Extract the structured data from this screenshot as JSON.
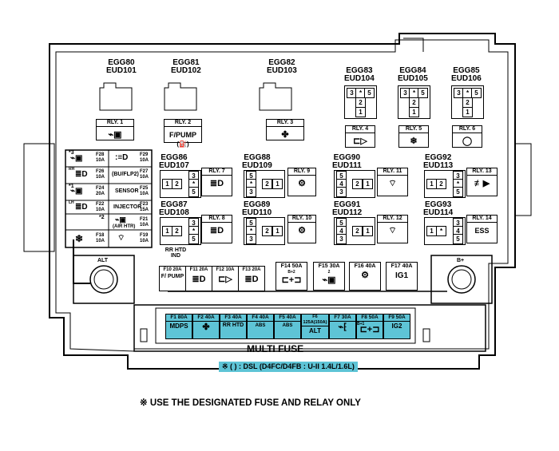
{
  "connectors": [
    {
      "id": "egg80",
      "l1": "EGG80",
      "l2": "EUD101"
    },
    {
      "id": "egg81",
      "l1": "EGG81",
      "l2": "EUD102"
    },
    {
      "id": "egg82",
      "l1": "EGG82",
      "l2": "EUD103"
    },
    {
      "id": "egg83",
      "l1": "EGG83",
      "l2": "EUD104"
    },
    {
      "id": "egg84",
      "l1": "EGG84",
      "l2": "EUD105"
    },
    {
      "id": "egg85",
      "l1": "EGG85",
      "l2": "EUD106"
    },
    {
      "id": "egg86",
      "l1": "EGG86",
      "l2": "EUD107"
    },
    {
      "id": "egg87",
      "l1": "EGG87",
      "l2": "EUD108"
    },
    {
      "id": "egg88",
      "l1": "EGG88",
      "l2": "EUD109"
    },
    {
      "id": "egg89",
      "l1": "EGG89",
      "l2": "EUD110"
    },
    {
      "id": "egg90",
      "l1": "EGG90",
      "l2": "EUD111"
    },
    {
      "id": "egg91",
      "l1": "EGG91",
      "l2": "EUD112"
    },
    {
      "id": "egg92",
      "l1": "EGG92",
      "l2": "EUD113"
    },
    {
      "id": "egg93",
      "l1": "EGG93",
      "l2": "EUD114"
    }
  ],
  "relays": [
    {
      "label": "RLY. 1",
      "text": ""
    },
    {
      "label": "RLY. 2",
      "text": "F/PUMP"
    },
    {
      "label": "RLY. 3",
      "text": ""
    },
    {
      "label": "RLY. 4",
      "text": ""
    },
    {
      "label": "RLY. 5",
      "text": ""
    },
    {
      "label": "RLY. 6",
      "text": ""
    },
    {
      "label": "RLY. 7",
      "text": ""
    },
    {
      "label": "RLY. 8",
      "text": ""
    },
    {
      "label": "RLY. 9",
      "text": ""
    },
    {
      "label": "RLY. 10",
      "text": ""
    },
    {
      "label": "RLY. 11",
      "text": ""
    },
    {
      "label": "RLY. 12",
      "text": ""
    },
    {
      "label": "RLY. 13",
      "text": ""
    },
    {
      "label": "RLY. 14",
      "text": "ESS"
    }
  ],
  "pins": {
    "triple": [
      "3",
      "*",
      "5",
      "2",
      "1"
    ],
    "relay5": [
      "3",
      "*",
      "5"
    ],
    "lr": [
      "1",
      "2",
      "3",
      "*",
      "5"
    ],
    "stack": [
      "5",
      "*",
      "3",
      "2",
      "1"
    ],
    "stack2": [
      "5",
      "4",
      "3",
      "2",
      "1"
    ],
    "rly14": [
      "1",
      "*",
      "3",
      "4",
      "5"
    ]
  },
  "left_fuses": [
    {
      "name": "F28",
      "amp": "10A"
    },
    {
      "name": "F29",
      "amp": "10A"
    },
    {
      "name": "F26",
      "amp": "10A"
    },
    {
      "name": "F27",
      "amp": "10A"
    },
    {
      "name": "F24",
      "amp": "20A"
    },
    {
      "name": "F25",
      "amp": "10A"
    },
    {
      "name": "F22",
      "amp": "10A"
    },
    {
      "name": "F23",
      "amp": "15A"
    },
    {
      "name": "F21",
      "amp": "10A"
    },
    {
      "name": "F18",
      "amp": "10A"
    },
    {
      "name": "F19",
      "amp": "10A"
    }
  ],
  "left_labels": [
    "(BU/FLP2)",
    "SENSOR",
    "INJECTOR",
    "(AIR HTR)"
  ],
  "left_marks": [
    "*3",
    "RH",
    "*1",
    "LH",
    "*2"
  ],
  "rr_htd_label": "RR HTD IND",
  "inner_fuses": [
    {
      "amp": "F10 20A",
      "text": "F/ PUMP"
    },
    {
      "amp": "F11 20A",
      "text": ""
    },
    {
      "amp": "F12 10A",
      "text": ""
    },
    {
      "amp": "F13 20A",
      "text": ""
    }
  ],
  "big_fuses": [
    {
      "amp": "F14 50A",
      "sub": "B+2"
    },
    {
      "amp": "F15 30A",
      "sub": "2"
    },
    {
      "amp": "F16 40A",
      "sub": ""
    },
    {
      "amp": "F17 40A",
      "text": "IG1"
    }
  ],
  "terminals": [
    "ALT",
    "B+"
  ],
  "multi_fuses": [
    {
      "amp": "F1 80A",
      "text": "MDPS"
    },
    {
      "amp": "F2 40A",
      "text": ""
    },
    {
      "amp": "F3 40A",
      "text": "RR HTD"
    },
    {
      "amp": "F4 40A",
      "text": "ABS"
    },
    {
      "amp": "F5 40A",
      "text": "ABS"
    },
    {
      "amp": "F6 125A(150A)",
      "text": "ALT"
    },
    {
      "amp": "F7 30A",
      "text": ""
    },
    {
      "amp": "F8 50A",
      "text": "B+1"
    },
    {
      "amp": "F9 50A",
      "text": "IG2"
    }
  ],
  "multi_fuse_title": "MULTI FUSE",
  "note": "※ ( ) : DSL (D4FC/D4FB : U-II 1.4L/1.6L)",
  "footer": "※ USE THE DESIGNATED FUSE AND RELAY ONLY",
  "colors": {
    "highlight": "#5ec4d6",
    "outline": "#000000"
  }
}
